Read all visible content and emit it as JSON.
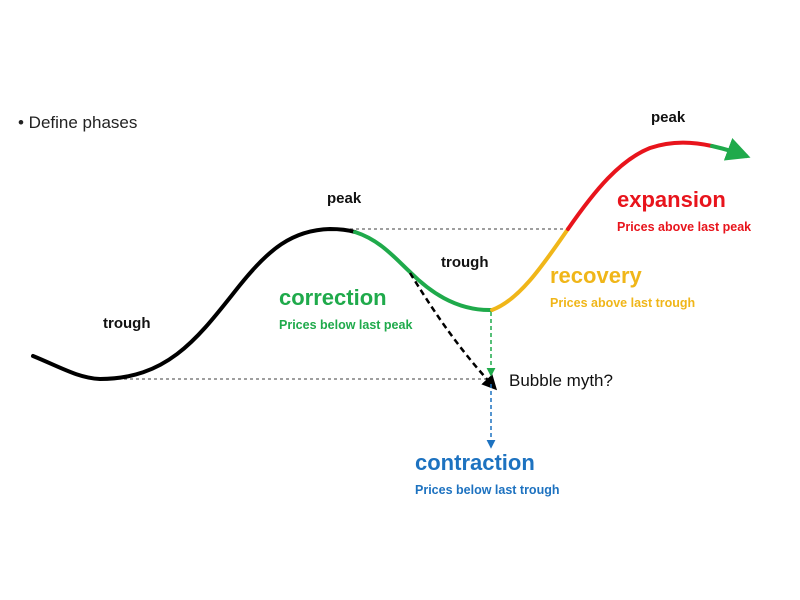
{
  "bullet": "• Define phases",
  "labels": {
    "trough_left": "trough",
    "peak_left": "peak",
    "trough_mid": "trough",
    "peak_right": "peak"
  },
  "phases": {
    "correction": {
      "title": "correction",
      "subtitle": "Prices below last peak"
    },
    "recovery": {
      "title": "recovery",
      "subtitle": "Prices above last trough"
    },
    "expansion": {
      "title": "expansion",
      "subtitle": "Prices above last peak"
    },
    "contraction": {
      "title": "contraction",
      "subtitle": "Prices below last trough"
    }
  },
  "question": "Bubble myth?",
  "colors": {
    "line": "#000000",
    "correction": "#1faa4b",
    "recovery": "#f0b619",
    "expansion": "#e8141c",
    "contraction": "#1d72c0",
    "dotted": "#666666"
  }
}
